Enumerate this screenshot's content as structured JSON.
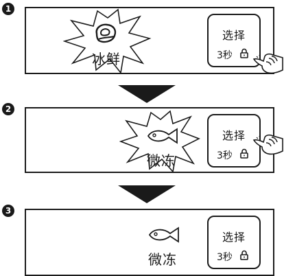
{
  "steps": [
    {
      "number": "1",
      "mode_label": "冰鲜",
      "mode_icon": "meat-icon",
      "burst": true,
      "hand": true
    },
    {
      "number": "2",
      "mode_label": "微冻",
      "mode_icon": "fish-icon",
      "burst": true,
      "hand": true
    },
    {
      "number": "3",
      "mode_label": "微冻",
      "mode_icon": "fish-icon",
      "burst": false,
      "hand": false
    }
  ],
  "select_button": {
    "label": "选择",
    "hold_text": "3秒",
    "lock_icon": "lock-icon"
  },
  "colors": {
    "ink": "#1a1a1a",
    "background": "#ffffff"
  }
}
